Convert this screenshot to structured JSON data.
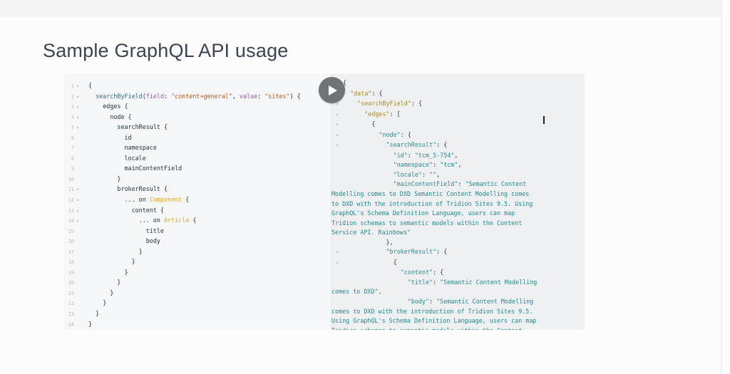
{
  "slide": {
    "title": "Sample GraphQL API usage"
  },
  "query_lines": [
    "{",
    "  searchByField(field: \"content+general\", value: \"sites\") {",
    "    edges {",
    "      node {",
    "        searchResult {",
    "          id",
    "          namespace",
    "          locale",
    "          mainContentField",
    "        }",
    "        brokerResult {",
    "          ... on Component {",
    "            content {",
    "              ... on Article {",
    "                title",
    "                body",
    "              }",
    "            }",
    "          }",
    "        }",
    "      }",
    "    }",
    "  }",
    "}",
    ""
  ],
  "result_lines": [
    "{",
    "  \"data\": {",
    "    \"searchByField\": {",
    "      \"edges\": [",
    "        {",
    "          \"node\": {",
    "            \"searchResult\": {",
    "              \"id\": \"tcm_5-754\",",
    "              \"namespace\": \"tcm\",",
    "              \"locale\": \"\",",
    "              \"mainContentField\": \"Semantic Content",
    "Modelling comes to DXD Semantic Content Modelling comes",
    "to DXD with the introduction of Tridion Sites 9.5. Using",
    "GraphQL's Schema Definition Language, users can map",
    "Tridion schemas to semantic models within the Content",
    "Service API. Rainbows\"",
    "            },",
    "            \"brokerResult\": {",
    "              {",
    "                \"content\": {",
    "                  \"title\": \"Semantic Content Modelling",
    "comes to DXD\",",
    "                  \"body\": \"Semantic Content Modelling",
    "comes to DXD with the introduction of Tridion Sites 9.5.",
    "Using GraphQL's Schema Definition Language, users can map",
    "Tridion schemas to semantic models within the Content"
  ],
  "icons": {
    "play": "play-icon",
    "fold": "fold-arrow-icon"
  }
}
